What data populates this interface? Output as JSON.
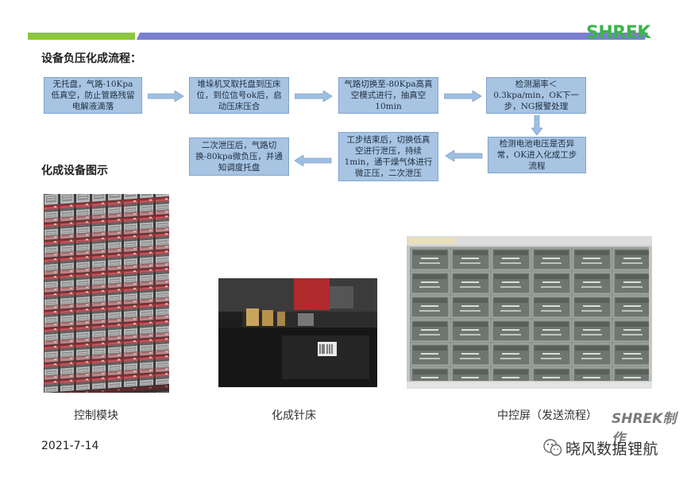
{
  "header": {
    "logo": "SHREK"
  },
  "section1": {
    "title": "设备负压化成流程："
  },
  "flow": {
    "step1": "无托盘，气路-10Kpa低真空，防止管路残留电解液滴落",
    "step2": "堆垛机叉取托盘到压床位，到位信号ok后，启动压床压合",
    "step3": "气路切换至-80Kpa高真空模式进行，抽真空10min",
    "step4": "检测漏率＜0.3kpa/min，OK下一步，NG报警处理",
    "step5": "检测电池电压是否异常，OK进入化成工步流程",
    "step6": "工步结束后，切换低真空进行泄压，持续1min，通干燥气体进行微正压，二次泄压",
    "step7": "二次泄压后，气路切换-80kpa微负压，并通知调度托盘"
  },
  "section2": {
    "title": "化成设备图示"
  },
  "captions": {
    "c1": "控制模块",
    "c2": "化成针床",
    "c3": "中控屏（发送流程）"
  },
  "footer": {
    "date": "2021-7-14",
    "watermark_logo": "SHREK制作",
    "watermark_text": "晓风数据锂航"
  },
  "colors": {
    "flow_box": "#a7c4e3",
    "arrow": "#9fbfe2",
    "green_bar": "#8dc63f",
    "blue_bar": "#7b7fd0"
  }
}
